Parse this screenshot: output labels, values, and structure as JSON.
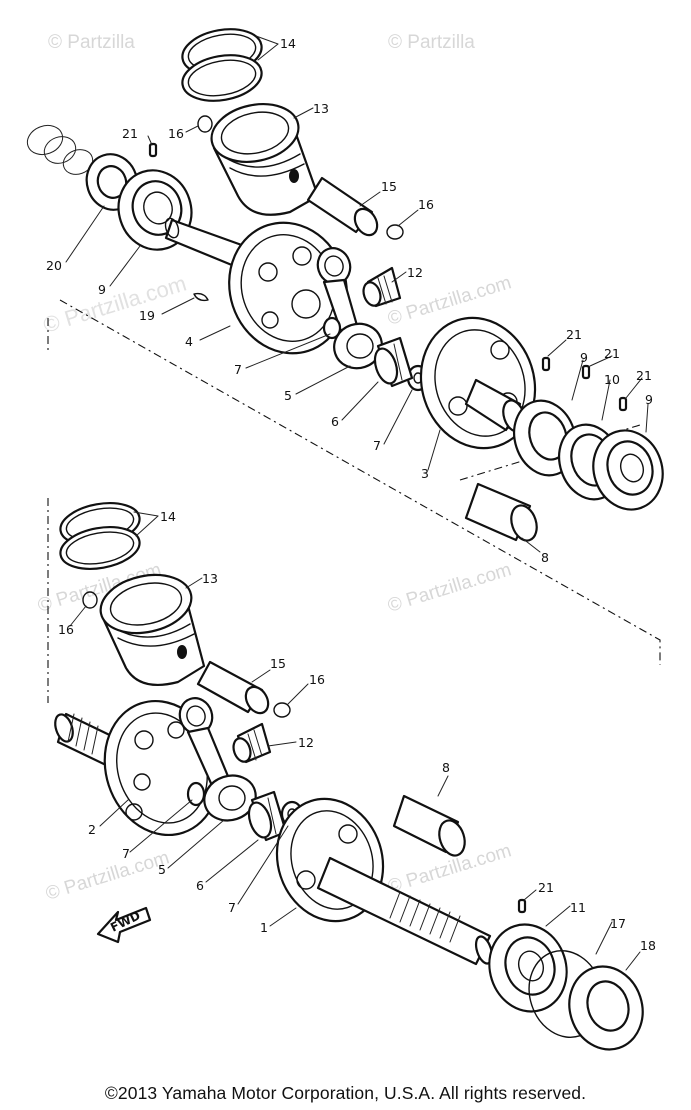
{
  "watermark": {
    "text": "© Partzilla.com",
    "short": "© Partzilla",
    "domain": "Partzilla.com"
  },
  "fwd_label": "FWD",
  "copyright": "©2013  Yamaha Motor Corporation, U.S.A. All rights reserved.",
  "callouts": {
    "upper": [
      "14",
      "13",
      "21",
      "16",
      "15",
      "16",
      "20",
      "9",
      "19",
      "12",
      "4",
      "7",
      "5",
      "6",
      "7",
      "3",
      "21",
      "9",
      "21",
      "10",
      "21",
      "9",
      "8"
    ],
    "lower": [
      "14",
      "13",
      "16",
      "15",
      "16",
      "12",
      "2",
      "7",
      "5",
      "6",
      "7",
      "8",
      "1",
      "21",
      "11",
      "17",
      "18"
    ]
  }
}
